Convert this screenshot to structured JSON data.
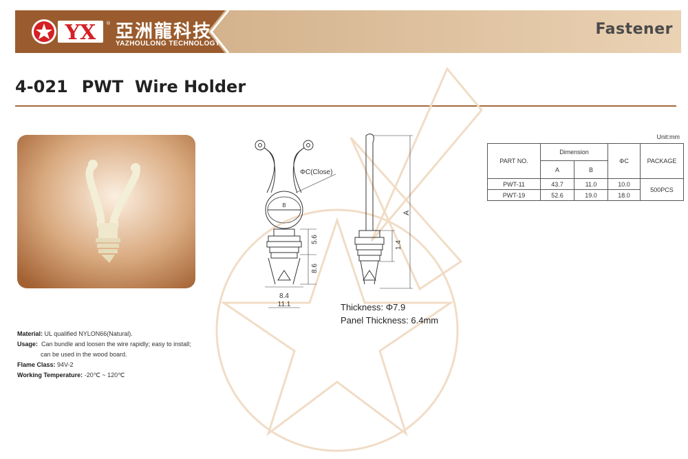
{
  "header": {
    "logo_text": "YX",
    "brand_cn": "亞洲龍科技",
    "brand_en": "YAZHOULONG TECHNOLOGY",
    "category": "Fastener",
    "colors": {
      "banner": "#9a5c2e",
      "banner_light": "#d9b68e",
      "logo_red": "#d51f25"
    }
  },
  "product": {
    "code": "4-021",
    "name": "PWT  Wire Holder"
  },
  "specs": {
    "material_label": "Material:",
    "material": "UL qualified NYLON66(Natural).",
    "usage_label": "Usage:",
    "usage_line1": "Can bundle and loosen the wire rapidly; easy to install;",
    "usage_line2": "can be used in the wood board.",
    "flame_label": "Flame Class:",
    "flame": "94V-2",
    "temp_label": "Working Temperature:",
    "temp": "-20℃ ~ 120℃"
  },
  "drawing": {
    "phi_c_label": "ΦC(Close)",
    "b_label": "B",
    "a_label": "A",
    "dim_5_6": "5.6",
    "dim_8_6": "8.6",
    "dim_1_4": "1.4",
    "dim_8_4": "8.4",
    "dim_11_1": "11.1",
    "thickness": "Thickness: Φ7.9",
    "panel_thickness": "Panel Thickness: 6.4mm"
  },
  "table": {
    "unit": "Unit:mm",
    "headers": {
      "part_no": "PART NO.",
      "dimension": "Dimension",
      "a": "A",
      "b": "B",
      "phi_c": "ΦC",
      "package": "PACKAGE"
    },
    "rows": [
      {
        "part_no": "PWT-11",
        "a": "43.7",
        "b": "11.0",
        "c": "10.0"
      },
      {
        "part_no": "PWT-19",
        "a": "52.6",
        "b": "19.0",
        "c": "18.0"
      }
    ],
    "package": "500PCS"
  }
}
